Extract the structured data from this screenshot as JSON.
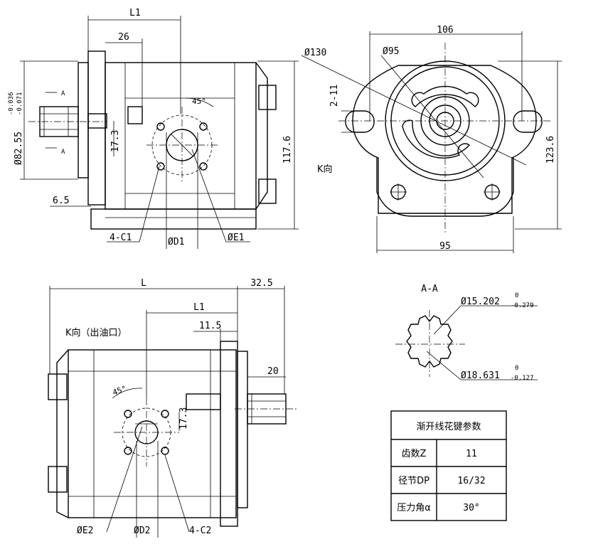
{
  "top_left_view": {
    "L1": "L1",
    "dim_26": "26",
    "angle_45": "45°",
    "dim_17_3": "17.3",
    "dim_6_5": "6.5",
    "dia_82_55": "Ø82.55",
    "tol_upper": "-0.036",
    "tol_lower": "-0.071",
    "dim_117_6": "117.6",
    "section_A_top": "A",
    "section_A_bottom": "A",
    "label_4C1": "4-C1",
    "label_D1": "ØD1",
    "label_E1": "ØE1"
  },
  "top_right_view": {
    "dim_106": "106",
    "dia_130": "Ø130",
    "dia_95": "Ø95",
    "dim_2_11": "2-11",
    "dim_123_6": "123.6",
    "dim_95": "95",
    "k_dir": "K向"
  },
  "bottom_left_view": {
    "L": "L",
    "L1": "L1",
    "dim_32_5": "32.5",
    "dim_11_5": "11.5",
    "dim_20": "20",
    "angle_45": "45°",
    "dim_17_3": "17.3",
    "k_dir_outlet": "K向（出油口）",
    "label_E2": "ØE2",
    "label_D2": "ØD2",
    "label_4C2": "4-C2"
  },
  "section_view": {
    "title": "A-A",
    "dia_15": "Ø15.202",
    "tol15_upper": "0",
    "tol15_lower": "-0.279",
    "dia_18": "Ø18.631",
    "tol18_upper": "0",
    "tol18_lower": "-0.127"
  },
  "spline_table": {
    "title": "渐开线花键参数",
    "rows": [
      {
        "label": "齿数Z",
        "value": "11"
      },
      {
        "label": "径节DP",
        "value": "16/32"
      },
      {
        "label": "压力角α",
        "value": "30°"
      }
    ]
  }
}
